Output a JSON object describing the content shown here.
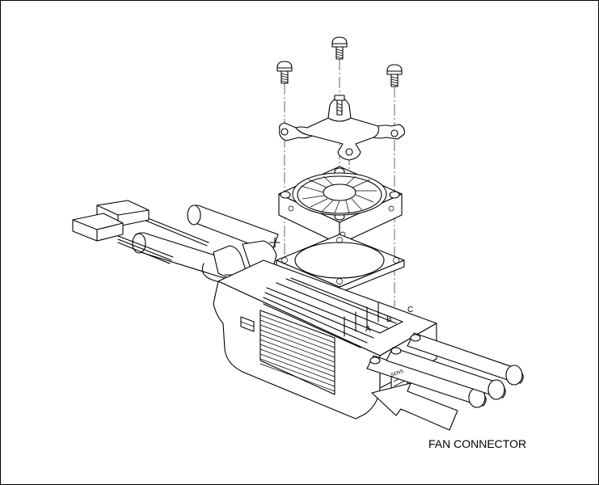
{
  "diagram": {
    "callout_label": "FAN CONNECTOR",
    "phase_labels": [
      "A",
      "B",
      "C"
    ],
    "port_label": "SENS"
  }
}
